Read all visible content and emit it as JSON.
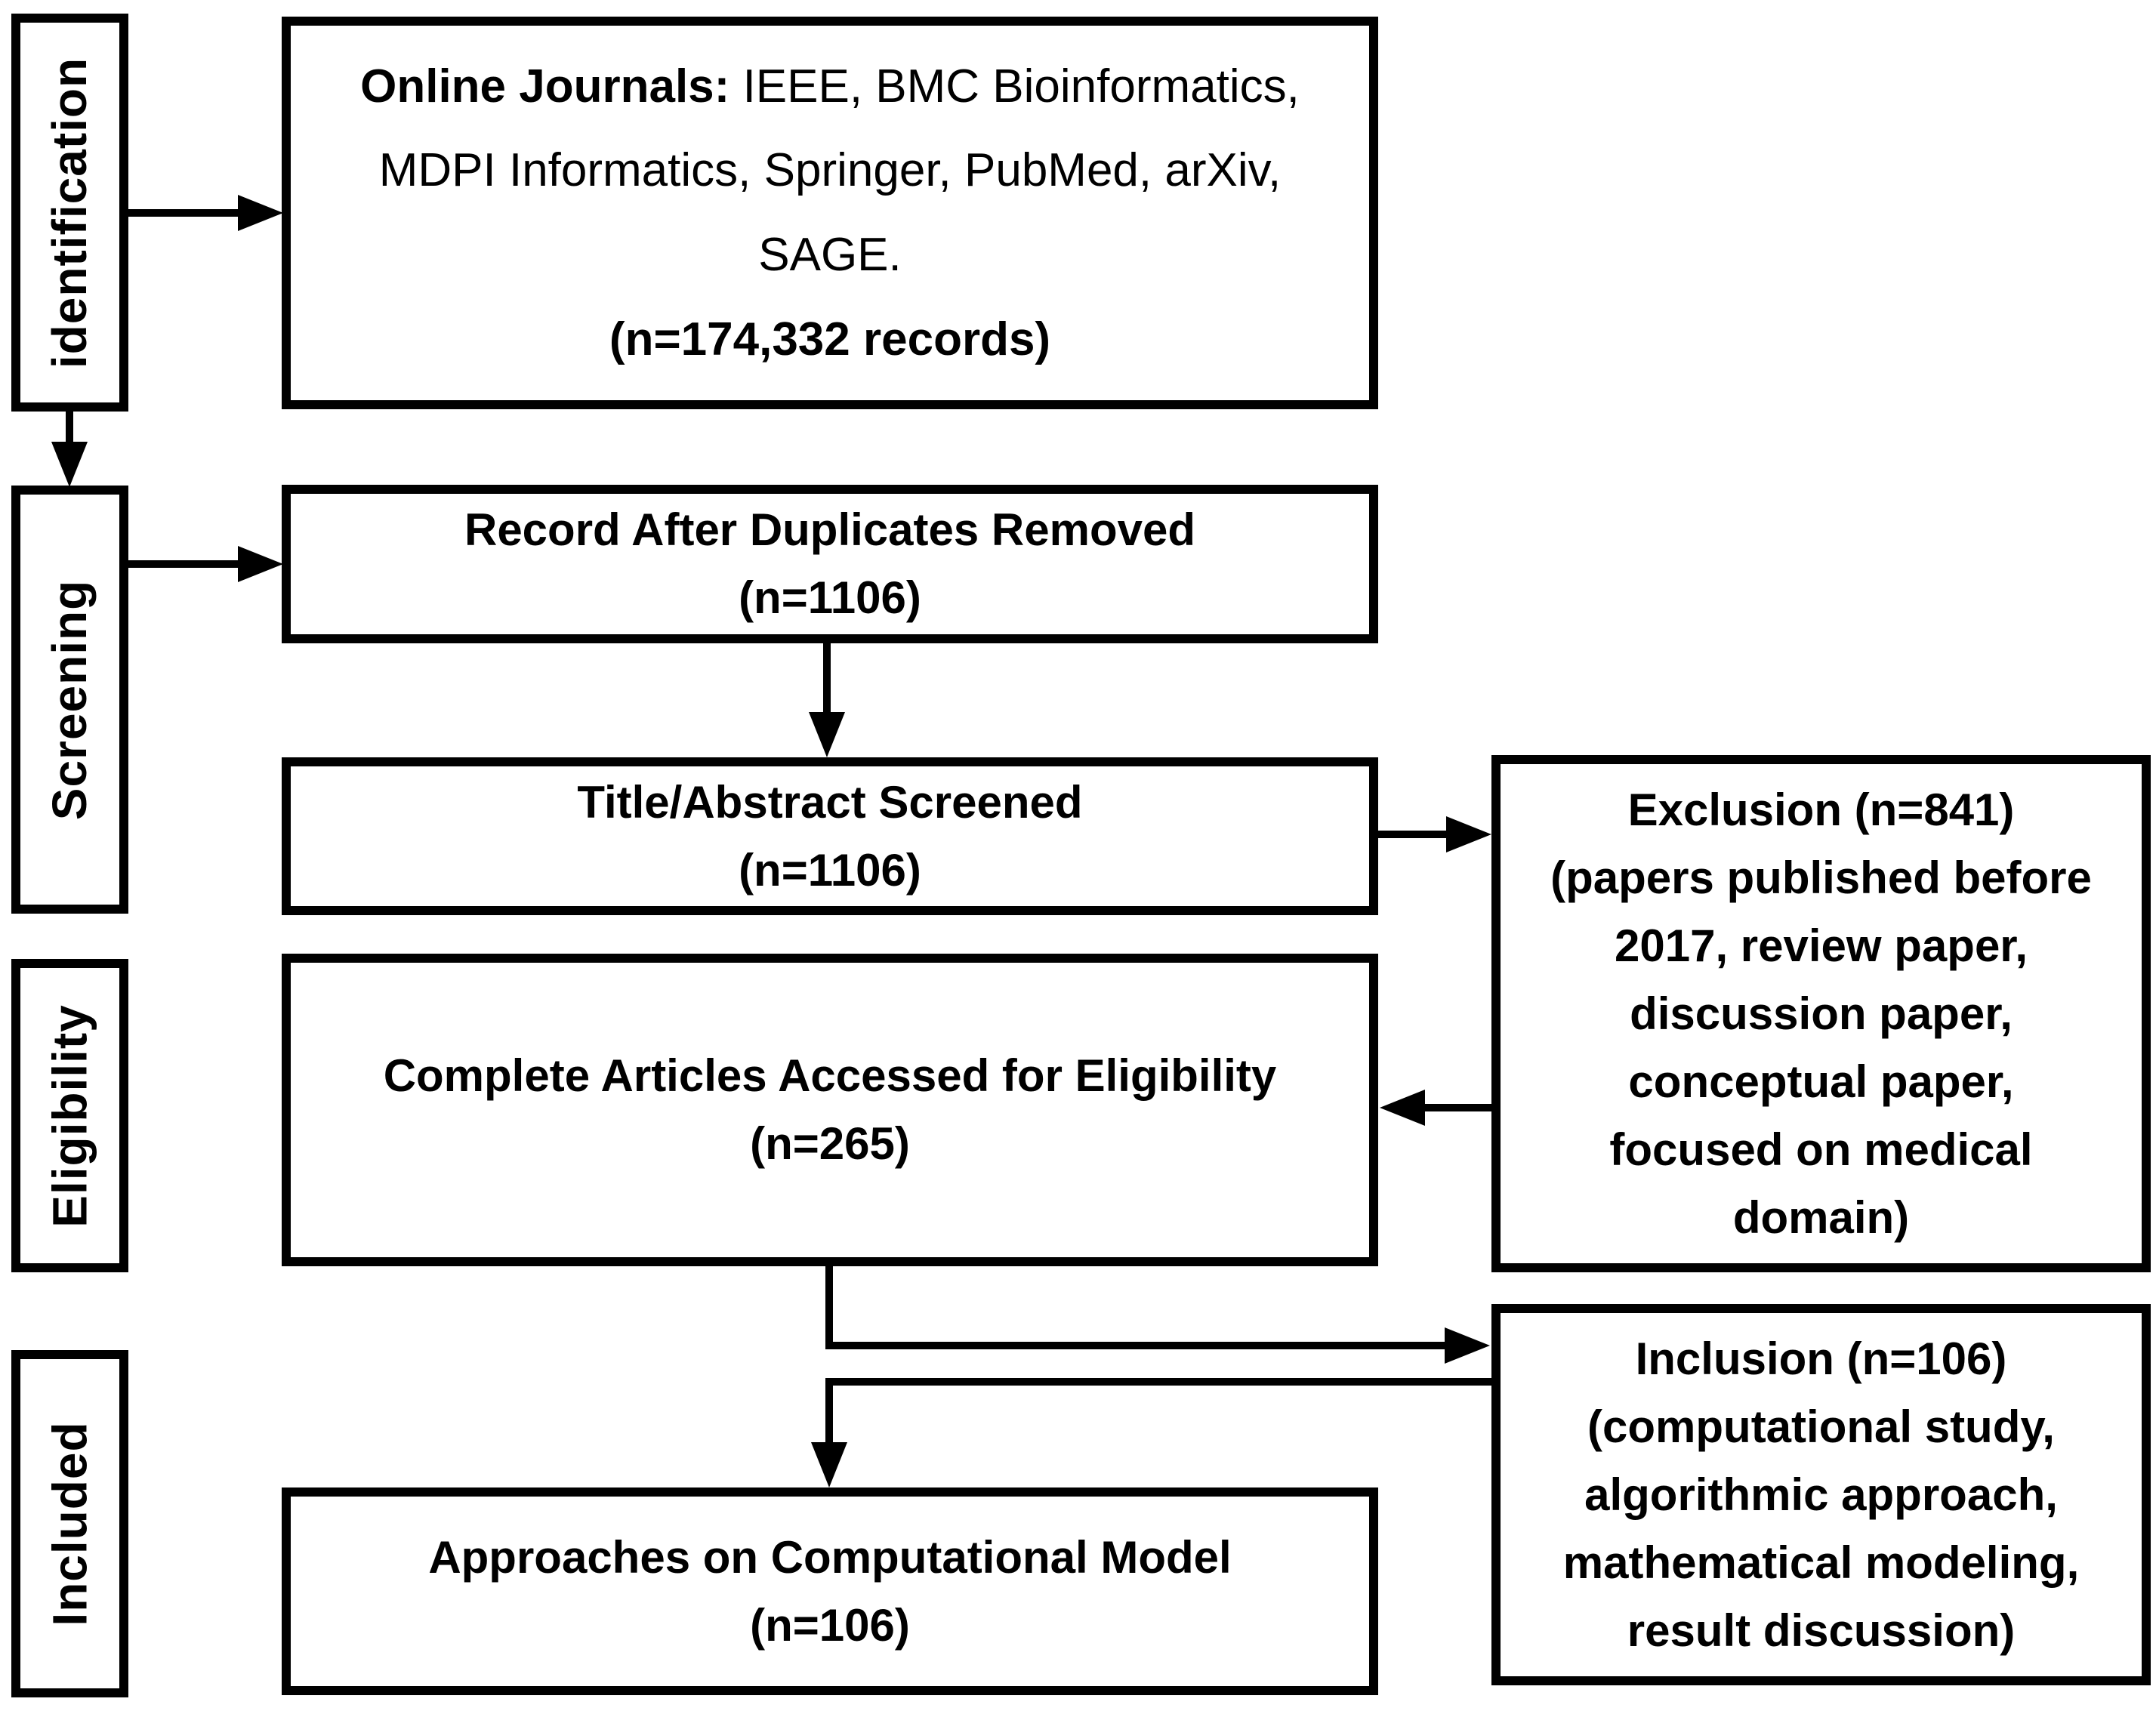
{
  "stages": {
    "identification": "identification",
    "screening": "Screening",
    "eligibility": "Eligibility",
    "included": "Included"
  },
  "boxes": {
    "online_journals": {
      "label_bold": "Online Journals:",
      "sources": "IEEE, BMC Bioinformatics, MDPI Informatics, Springer, PubMed, arXiv, SAGE.",
      "count": "(n=174,332 records)"
    },
    "duplicates_removed": {
      "lines": [
        "Record After Duplicates Removed",
        "(n=1106)"
      ]
    },
    "title_abstract_screened": {
      "lines": [
        "Title/Abstract Screened",
        "(n=1106)"
      ]
    },
    "complete_articles": {
      "lines": [
        "Complete Articles Accessed for Eligibility",
        "(n=265)"
      ]
    },
    "approaches": {
      "lines": [
        "Approaches on Computational Model",
        "(n=106)"
      ]
    },
    "exclusion": {
      "lines": [
        "Exclusion (n=841)",
        "(papers published before",
        "2017, review paper,",
        "discussion paper,",
        "conceptual paper,",
        "focused on medical",
        "domain)"
      ]
    },
    "inclusion": {
      "lines": [
        "Inclusion (n=106)",
        "(computational study,",
        "algorithmic approach,",
        "mathematical modeling,",
        "result discussion)"
      ]
    }
  },
  "colors": {
    "ink": "#000000",
    "background": "#ffffff"
  }
}
